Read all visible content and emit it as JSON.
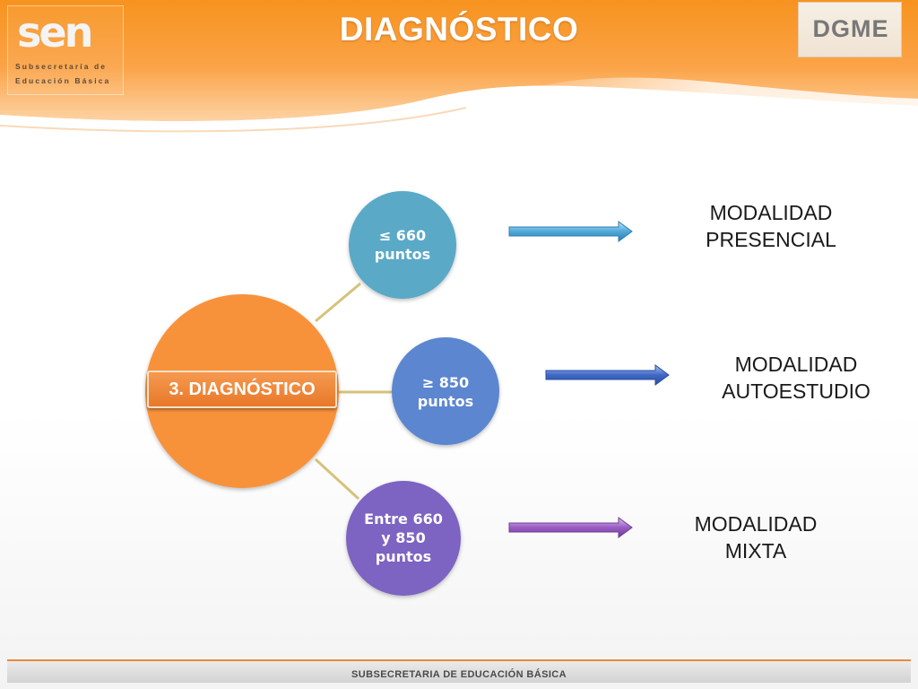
{
  "header": {
    "title": "DIAGNÓSTICO",
    "logo_left": {
      "word": "sen",
      "line1": "Subsecretaría de",
      "line2": "Educación Básica"
    },
    "logo_right": {
      "word": "DGME"
    }
  },
  "diagram": {
    "hub": {
      "label": "3. DIAGNÓSTICO",
      "color": "#f7923a"
    },
    "nodes": [
      {
        "line1": "≤ 660",
        "line2": "puntos",
        "line3": "",
        "color": "#5aa9c7"
      },
      {
        "line1": "≥ 850",
        "line2": "puntos",
        "line3": "",
        "color": "#5b86cf"
      },
      {
        "line1": "Entre 660",
        "line2": "y 850",
        "line3": "puntos",
        "color": "#7d63c2"
      }
    ],
    "outcomes": [
      {
        "line1": "MODALIDAD",
        "line2": "PRESENCIAL",
        "arrow_color": "#5bb2e0"
      },
      {
        "line1": "MODALIDAD",
        "line2": "AUTOESTUDIO",
        "arrow_color": "#4b72cf"
      },
      {
        "line1": "MODALIDAD",
        "line2": "MIXTA",
        "arrow_color": "#a067c8"
      }
    ],
    "connector_color": "#d6c27a"
  },
  "footer": {
    "text": "SUBSECRETARIA DE EDUCACIÓN BÁSICA",
    "accent": "#e98a3c"
  }
}
